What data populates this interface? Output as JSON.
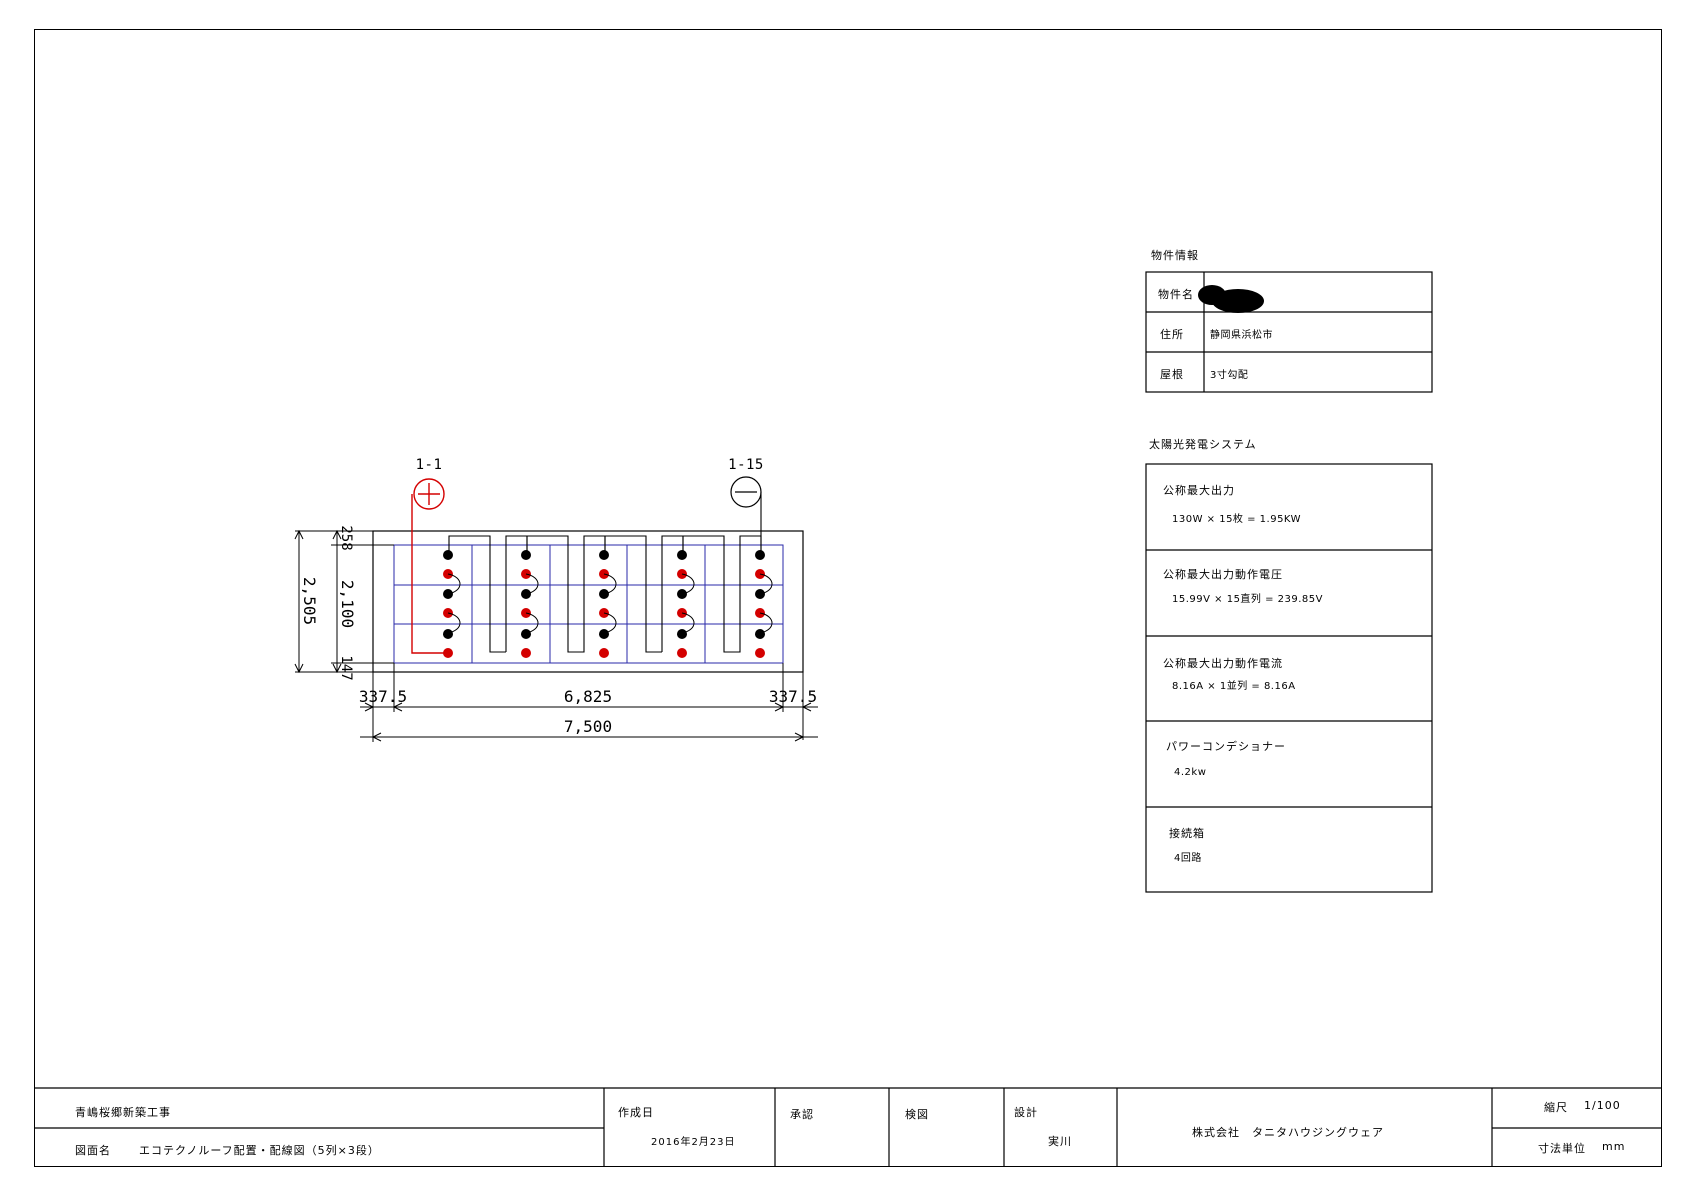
{
  "diagram": {
    "string_start_label": "1-1",
    "string_end_label": "1-15",
    "positive_symbol": "plus-terminal",
    "negative_symbol": "minus-terminal",
    "dimensions": {
      "height_total": "2,505",
      "height_inner": "2,100",
      "margin_top": "258",
      "margin_bottom": "147",
      "margin_left": "337.5",
      "width_inner": "6,825",
      "margin_right": "337.5",
      "width_total": "7,500"
    },
    "modules": {
      "columns": 5,
      "rows_per_column": 3
    },
    "colors": {
      "wire_positive": "#d40000",
      "panel_grid": "#2a2aa8",
      "wire": "#000000"
    }
  },
  "property_info": {
    "title": "物件情報",
    "rows": [
      {
        "label": "物件名",
        "value": ""
      },
      {
        "label": "住所",
        "value": "静岡県浜松市"
      },
      {
        "label": "屋根",
        "value": "3寸勾配"
      }
    ]
  },
  "solar_system": {
    "title": "太陽光発電システム",
    "blocks": [
      {
        "label": "公称最大出力",
        "value": "130W × 15枚 = 1.95KW"
      },
      {
        "label": "公称最大出力動作電圧",
        "value": "15.99V × 15直列 = 239.85V"
      },
      {
        "label": "公称最大出力動作電流",
        "value": "8.16A × 1並列 = 8.16A"
      },
      {
        "label": "パワーコンデショナー",
        "value": "4.2kw"
      },
      {
        "label": "接続箱",
        "value": "4回路"
      }
    ]
  },
  "title_block": {
    "project": "青嶋桜郷新築工事",
    "drawing_label": "図面名",
    "drawing_name": "エコテクノルーフ配置・配線図（5列×3段）",
    "created_label": "作成日",
    "created_date": "2016年2月23日",
    "approved_label": "承認",
    "checked_label": "検図",
    "design_label": "設計",
    "designer": "実川",
    "company": "株式会社　タニタハウジングウェア",
    "scale_label": "縮尺",
    "scale_value": "1/100",
    "unit_label": "寸法単位",
    "unit_value": "mm"
  }
}
